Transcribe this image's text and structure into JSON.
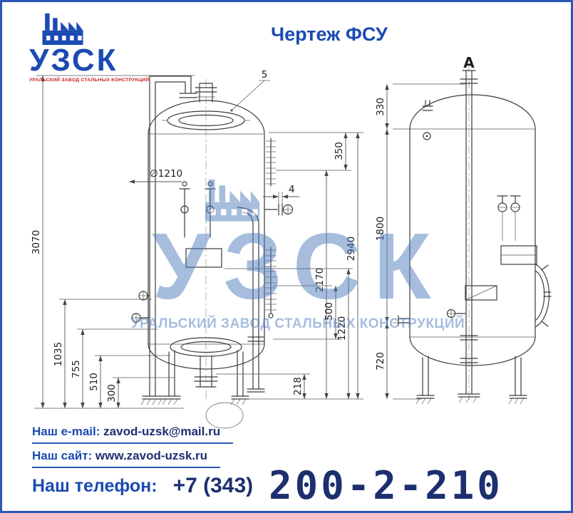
{
  "page": {
    "title": "Чертеж ФСУ"
  },
  "logo": {
    "name": "УЗСК",
    "tagline": "УРАЛЬСКИЙ ЗАВОД СТАЛЬНЫХ КОНСТРУКЦИЙ"
  },
  "watermark": {
    "name": "УЗСК",
    "tagline": "УРАЛЬСКИЙ ЗАВОД СТАЛЬНЫХ КОНСТРУКЦИЙ"
  },
  "drawing": {
    "view_label": "А",
    "callout": "5",
    "diameter": "∅1210",
    "dims": {
      "h3070": "3070",
      "h1035": "1035",
      "h755": "755",
      "h510": "510",
      "h300": "300",
      "h350": "350",
      "gap": "4",
      "h2940": "2940",
      "h2170": "2170",
      "h500": "500",
      "h1220": "1220",
      "h218": "218",
      "h330": "330",
      "h1800": "1800",
      "h720": "720"
    }
  },
  "contacts": {
    "email_label": "Наш e-mail:",
    "email": "zavod-uzsk@mail.ru",
    "site_label": "Наш сайт:",
    "site": "www.zavod-uzsk.ru",
    "phone_label": "Наш телефон:",
    "phone_code": "+7 (343)",
    "phone_number": "200-2-210"
  }
}
